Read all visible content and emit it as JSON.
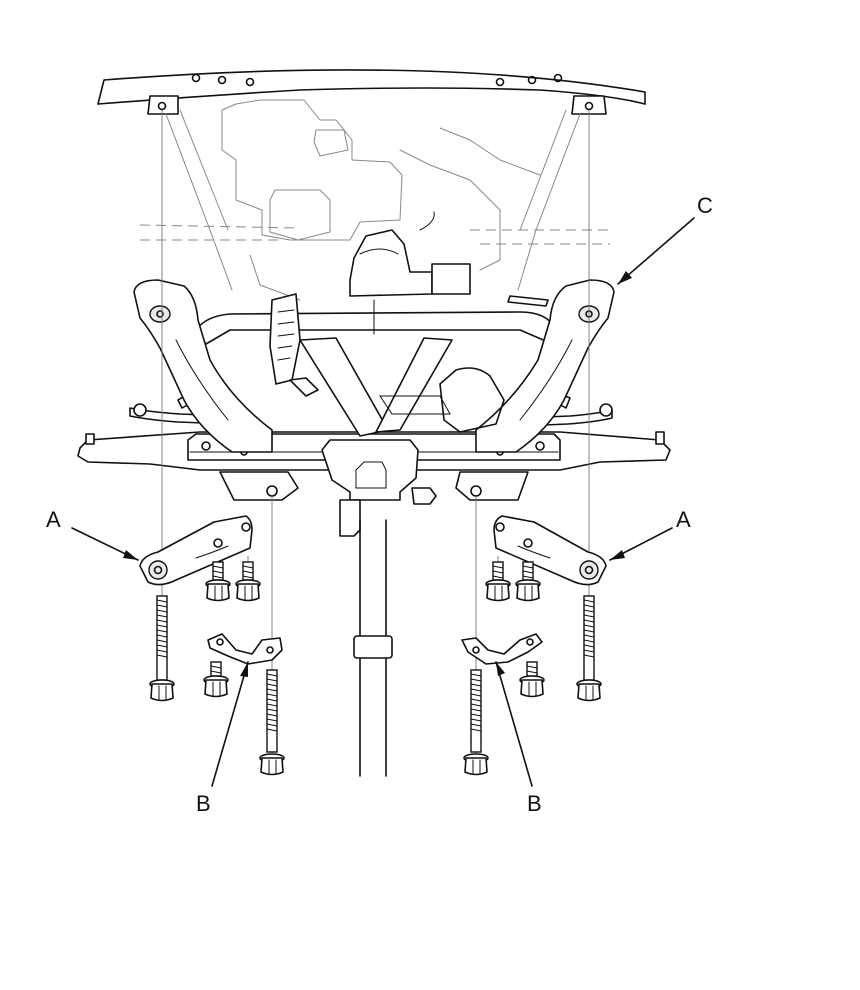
{
  "diagram": {
    "callouts": {
      "a_left": "A",
      "a_right": "A",
      "b_left": "B",
      "b_right": "B",
      "c": "C"
    }
  }
}
